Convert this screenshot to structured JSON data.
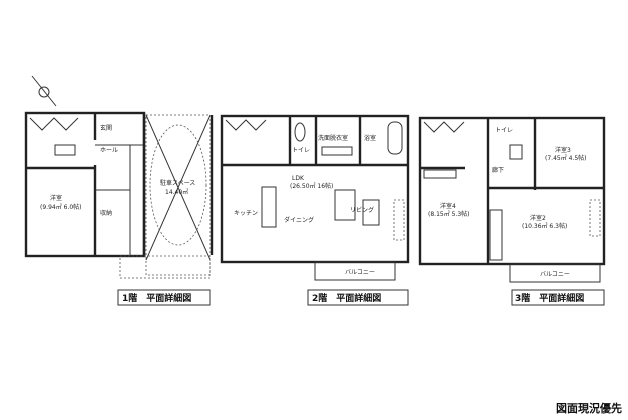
{
  "floors": [
    {
      "title": "1階　平面詳細図",
      "rooms": {
        "hall": "ホール",
        "western": "洋室",
        "western_area": "(9.94㎡ 6.0帖)",
        "parking": "駐車スペース",
        "parking_area": "14.40㎡",
        "storage": "収納",
        "entrance": "玄関"
      }
    },
    {
      "title": "2階　平面詳細図",
      "rooms": {
        "ldk": "LDK",
        "ldk_area": "(26.50㎡ 16帖)",
        "kitchen": "キッチン",
        "dining": "ダイニング",
        "living": "リビング",
        "washroom": "洗面脱衣室",
        "bath": "浴室",
        "toilet": "トイレ",
        "balcony": "バルコニー"
      }
    },
    {
      "title": "3階　平面詳細図",
      "rooms": {
        "room3": "洋室3",
        "room3_area": "(7.45㎡ 4.5帖)",
        "room4": "洋室4",
        "room4_area": "(8.15㎡ 5.3帖)",
        "room2": "洋室2",
        "room2_area": "(10.36㎡ 6.3帖)",
        "toilet": "トイレ",
        "hall": "廊下",
        "balcony": "バルコニー"
      }
    }
  ],
  "note": "図面現況優先"
}
